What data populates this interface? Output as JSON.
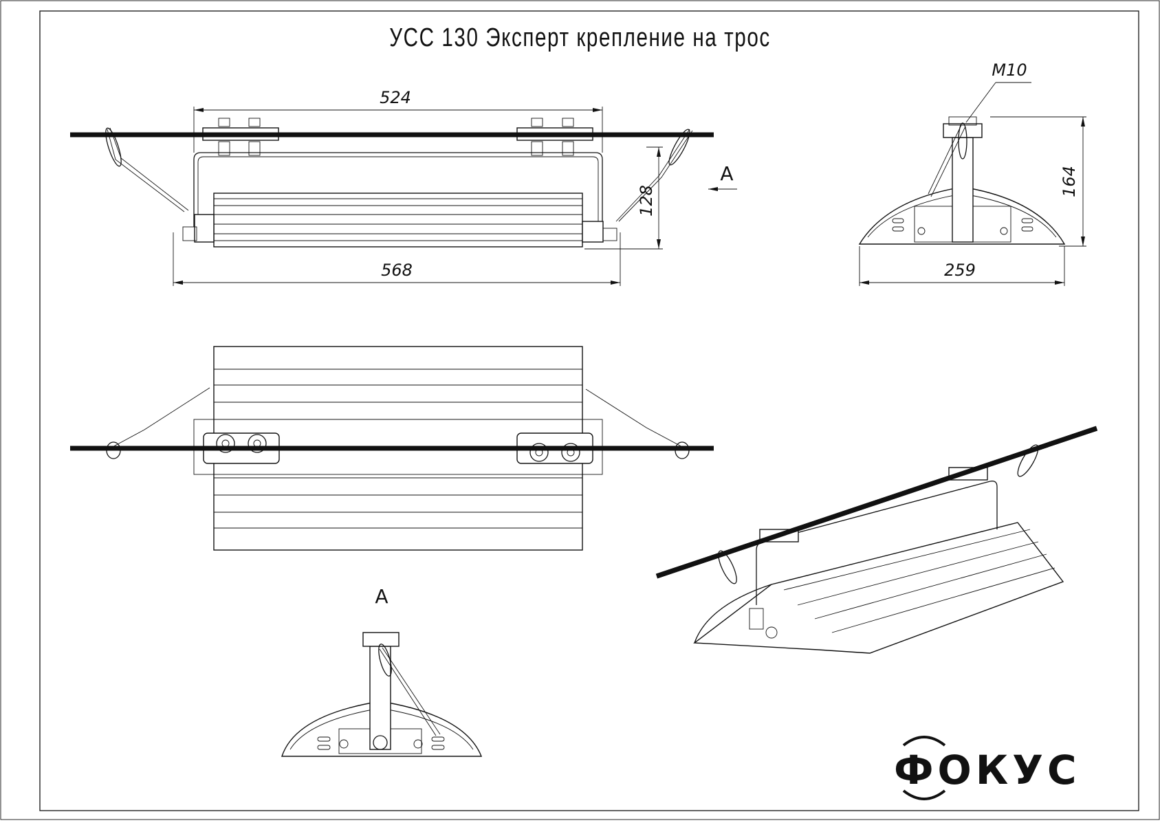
{
  "title": "УСС 130 Эксперт  крепление на трос",
  "dimensions": {
    "top_width": "524",
    "overall_width": "568",
    "height_side": "128",
    "side_height": "164",
    "side_width": "259"
  },
  "labels": {
    "view_arrow": "А",
    "view_title": "А",
    "thread": "M10"
  },
  "brand": {
    "logo_text": "ФОКУС",
    "color": "#111111"
  }
}
